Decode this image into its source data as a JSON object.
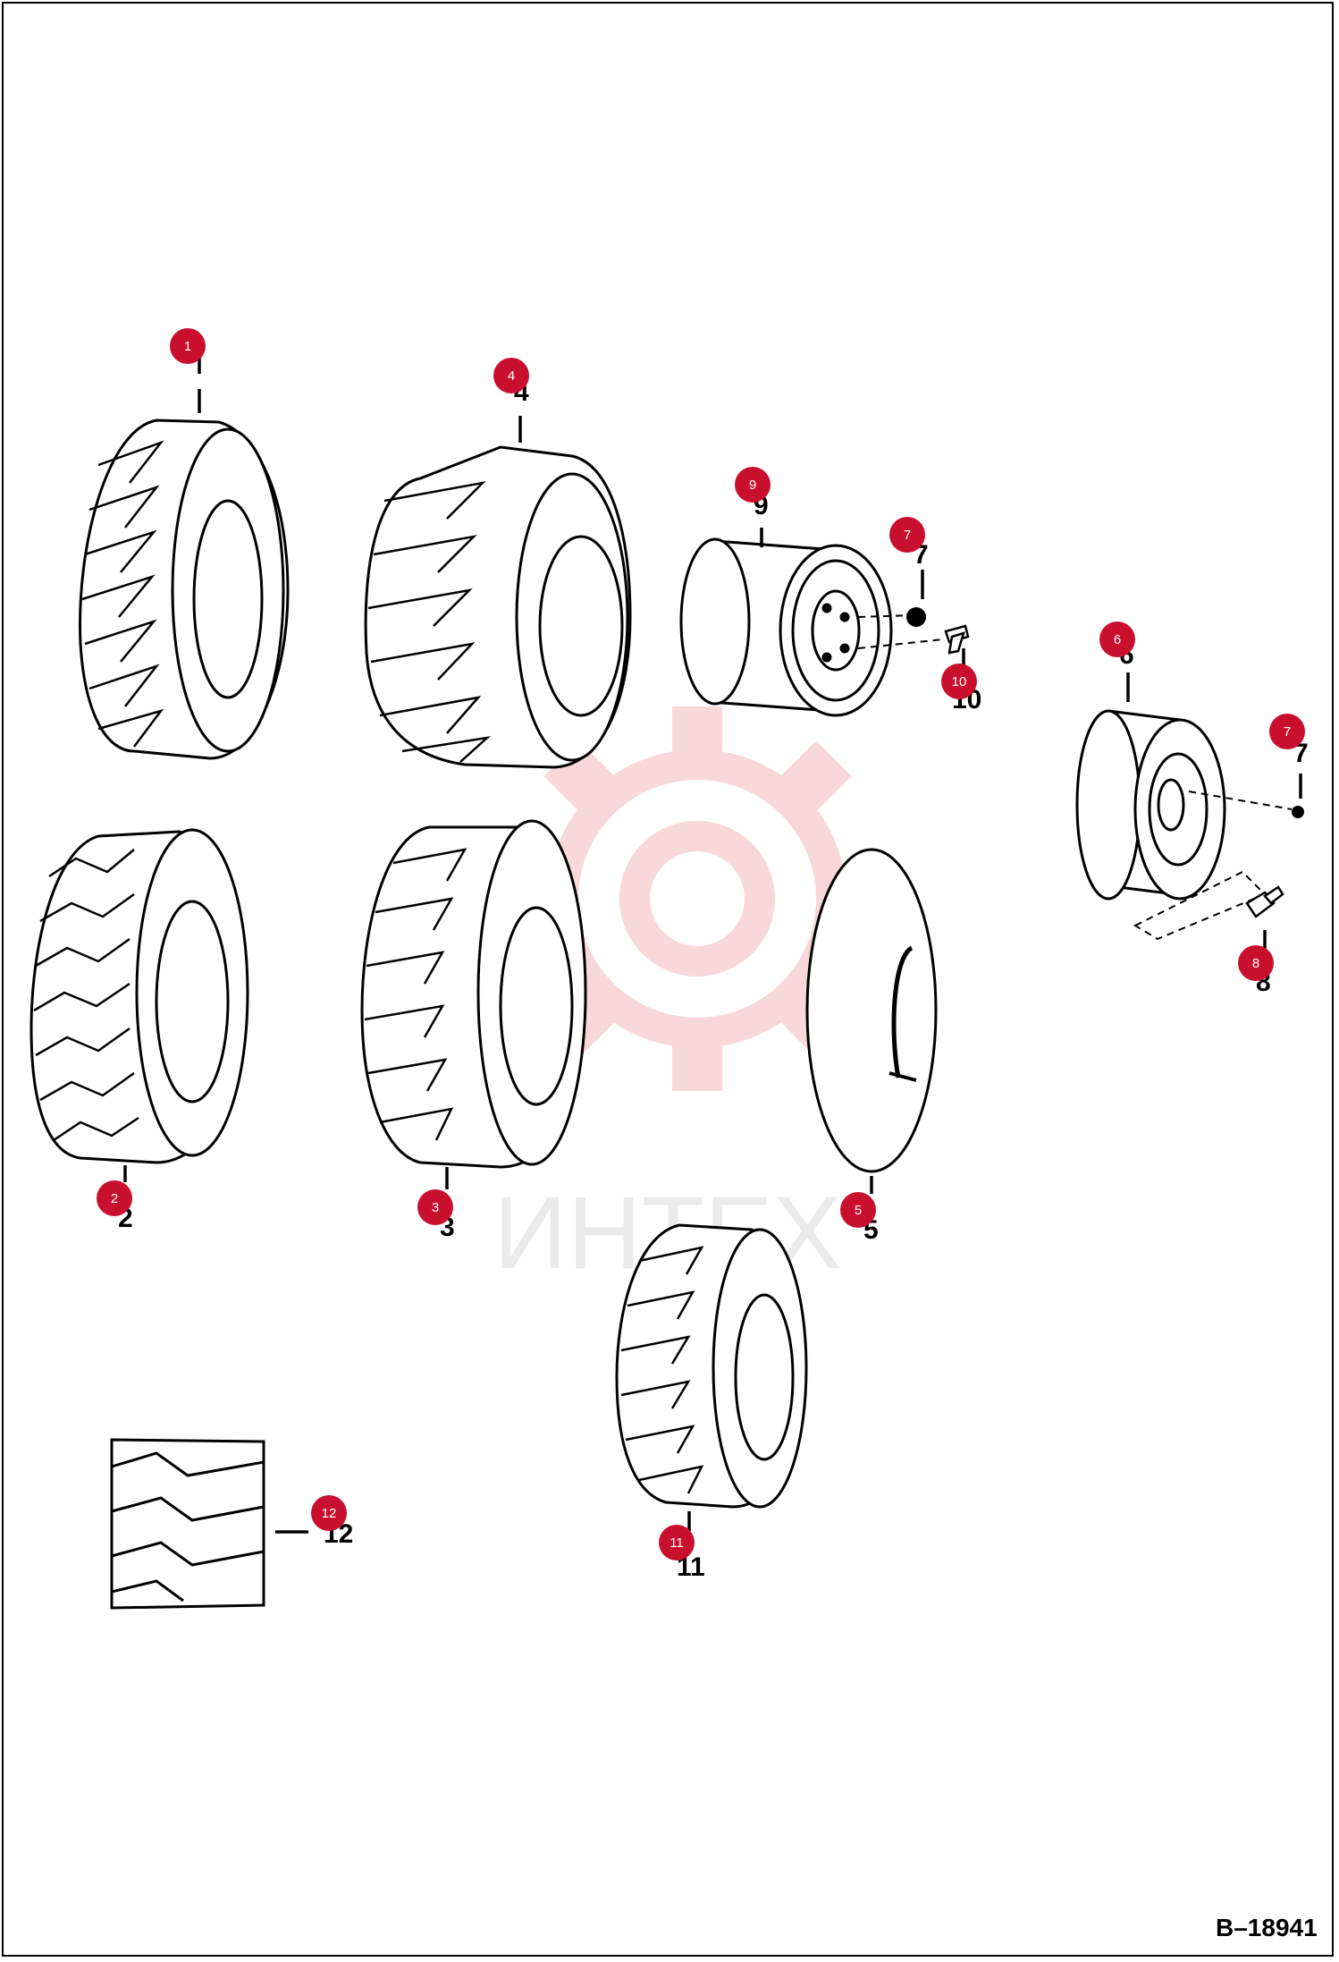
{
  "drawing_code": "B–18941",
  "watermark": {
    "text": "ИНТЕХ"
  },
  "colors": {
    "badge": "#c8102e",
    "line": "#000000",
    "watermark": "#f2b8b8"
  },
  "callouts": [
    {
      "id": "1",
      "badge": "1",
      "label": ""
    },
    {
      "id": "2",
      "badge": "2",
      "label": "2"
    },
    {
      "id": "3",
      "badge": "3",
      "label": "3"
    },
    {
      "id": "4",
      "badge": "4",
      "label": "4"
    },
    {
      "id": "5",
      "badge": "5",
      "label": "5"
    },
    {
      "id": "6",
      "badge": "6",
      "label": "6"
    },
    {
      "id": "7a",
      "badge": "7",
      "label": "7"
    },
    {
      "id": "7b",
      "badge": "7",
      "label": "7"
    },
    {
      "id": "8",
      "badge": "8",
      "label": "8"
    },
    {
      "id": "9",
      "badge": "9",
      "label": "9"
    },
    {
      "id": "10",
      "badge": "10",
      "label": "10"
    },
    {
      "id": "11",
      "badge": "11",
      "label": "11"
    },
    {
      "id": "12",
      "badge": "12",
      "label": "12"
    }
  ]
}
